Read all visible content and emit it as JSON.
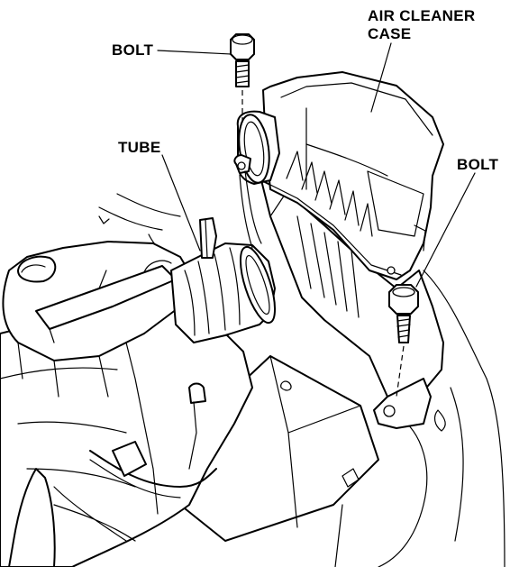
{
  "labels": {
    "air_cleaner_case_line1": "AIR CLEANER",
    "air_cleaner_case_line2": "CASE",
    "bolt_top": "BOLT",
    "bolt_right": "BOLT",
    "tube": "TUBE"
  }
}
